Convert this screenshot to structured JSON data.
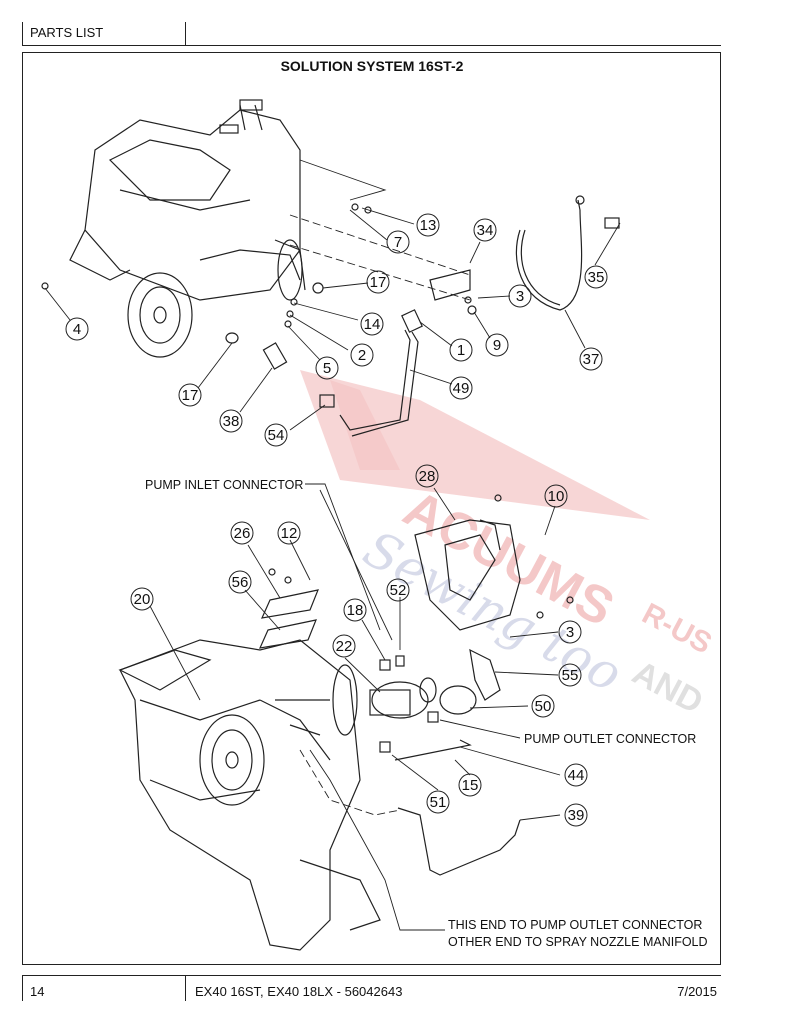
{
  "header": {
    "section": "PARTS LIST"
  },
  "title": "SOLUTION SYSTEM 16ST-2",
  "callouts": [
    "13",
    "34",
    "7",
    "3",
    "35",
    "17",
    "4",
    "14",
    "9",
    "2",
    "1",
    "5",
    "37",
    "49",
    "17",
    "38",
    "54",
    "28",
    "10",
    "12",
    "26",
    "20",
    "56",
    "18",
    "52",
    "3",
    "22",
    "55",
    "50",
    "44",
    "15",
    "51",
    "39"
  ],
  "notes": {
    "pump_inlet": "PUMP INLET CONNECTOR",
    "pump_outlet": "PUMP OUTLET CONNECTOR",
    "this_end": "THIS END TO PUMP OUTLET CONNECTOR",
    "other_end": "OTHER END TO SPRAY NOZZLE MANIFOLD"
  },
  "watermark": "VACUUMS R-US AND Sewing too",
  "footer": {
    "page": "14",
    "model": "EX40 16ST, EX40 18LX - 56042643",
    "date": "7/2015"
  },
  "colors": {
    "watermark_red": "#f2b5b5",
    "watermark_blue": "#b9bfd9",
    "line": "#111111"
  }
}
